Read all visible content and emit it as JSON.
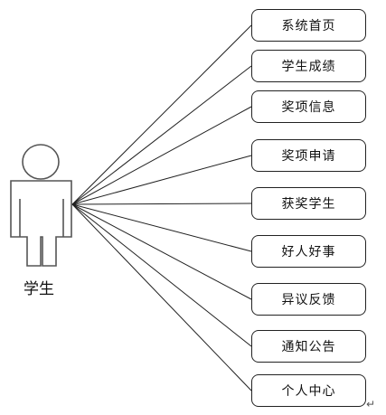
{
  "actor": {
    "label": "学生"
  },
  "use_cases": [
    {
      "label": "系统首页"
    },
    {
      "label": "学生成绩"
    },
    {
      "label": "奖项信息"
    },
    {
      "label": "奖项申请"
    },
    {
      "label": "获奖学生"
    },
    {
      "label": "好人好事"
    },
    {
      "label": "异议反馈"
    },
    {
      "label": "通知公告"
    },
    {
      "label": "个人中心"
    }
  ],
  "colors": {
    "stroke": "#222222",
    "actor_stroke": "#555555",
    "background": "#ffffff"
  },
  "trailing_mark": "↵"
}
